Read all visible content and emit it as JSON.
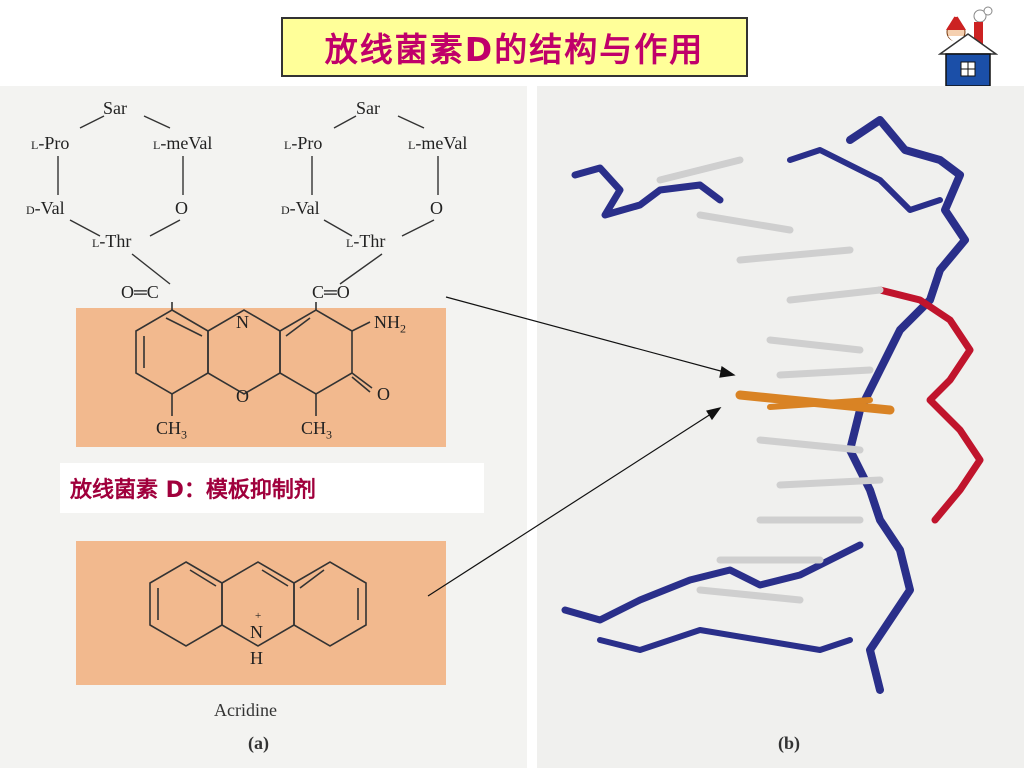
{
  "title": "放线菌素D的结构与作用",
  "figure_a": {
    "ring_left": {
      "sar": "Sar",
      "pro_prefix": "L",
      "pro": "-Pro",
      "meval_prefix": "L",
      "meval": "-meVal",
      "val_prefix": "D",
      "val": "-Val",
      "o": "O",
      "thr_prefix": "L",
      "thr": "-Thr"
    },
    "ring_right": {
      "sar": "Sar",
      "pro_prefix": "L",
      "pro": "-Pro",
      "meval_prefix": "L",
      "meval": "-meVal",
      "val_prefix": "D",
      "val": "-Val",
      "o": "O",
      "thr_prefix": "L",
      "thr": "-Thr"
    },
    "carbonyl_left": "O═C",
    "carbonyl_right": "C═O",
    "phenox_n": "N",
    "phenox_o": "O",
    "nh2": "NH",
    "nh2_sub": "2",
    "keto_o": "O",
    "ch3_left": "CH",
    "ch3_left_sub": "3",
    "ch3_right": "CH",
    "ch3_right_sub": "3",
    "label": "放线菌素 D：模板抑制剂",
    "acridine_plus": "+",
    "acridine_n": "N",
    "acridine_h": "H",
    "acridine_name": "Acridine",
    "caption": "(a)"
  },
  "figure_b": {
    "caption": "(b)"
  },
  "colors": {
    "title_bg": "#ffff99",
    "title_text": "#c0006a",
    "highlight_box": "#f2b98e",
    "label_text": "#a0003c",
    "dna_blue": "#2a2f8a",
    "dna_white": "#cfcfcf",
    "dna_red": "#c0142c",
    "drug_orange": "#d98324"
  },
  "icons": [
    "home-icon",
    "santa-icon"
  ]
}
